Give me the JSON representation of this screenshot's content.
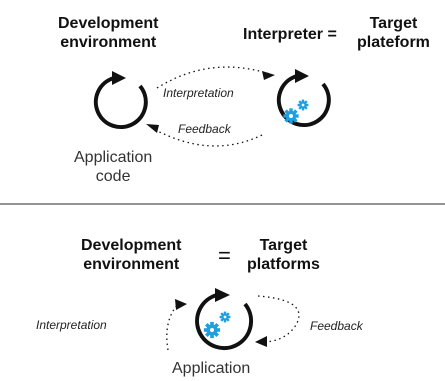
{
  "top": {
    "dev_env_label": "Development\nenvironment",
    "interpreter_label": "Interpreter =",
    "target_label": "Target\nplateform",
    "interpretation_label": "Interpretation",
    "feedback_label": "Feedback",
    "app_code_label": "Application\ncode"
  },
  "bottom": {
    "dev_env_label": "Development\nenvironment",
    "equals": "=",
    "target_label": "Target\nplatforms",
    "interpretation_label": "Interpretation",
    "feedback_label": "Feedback",
    "app_label": "Application"
  },
  "colors": {
    "gear": "#1e9fe0",
    "stroke": "#111111",
    "divider": "#555555"
  }
}
